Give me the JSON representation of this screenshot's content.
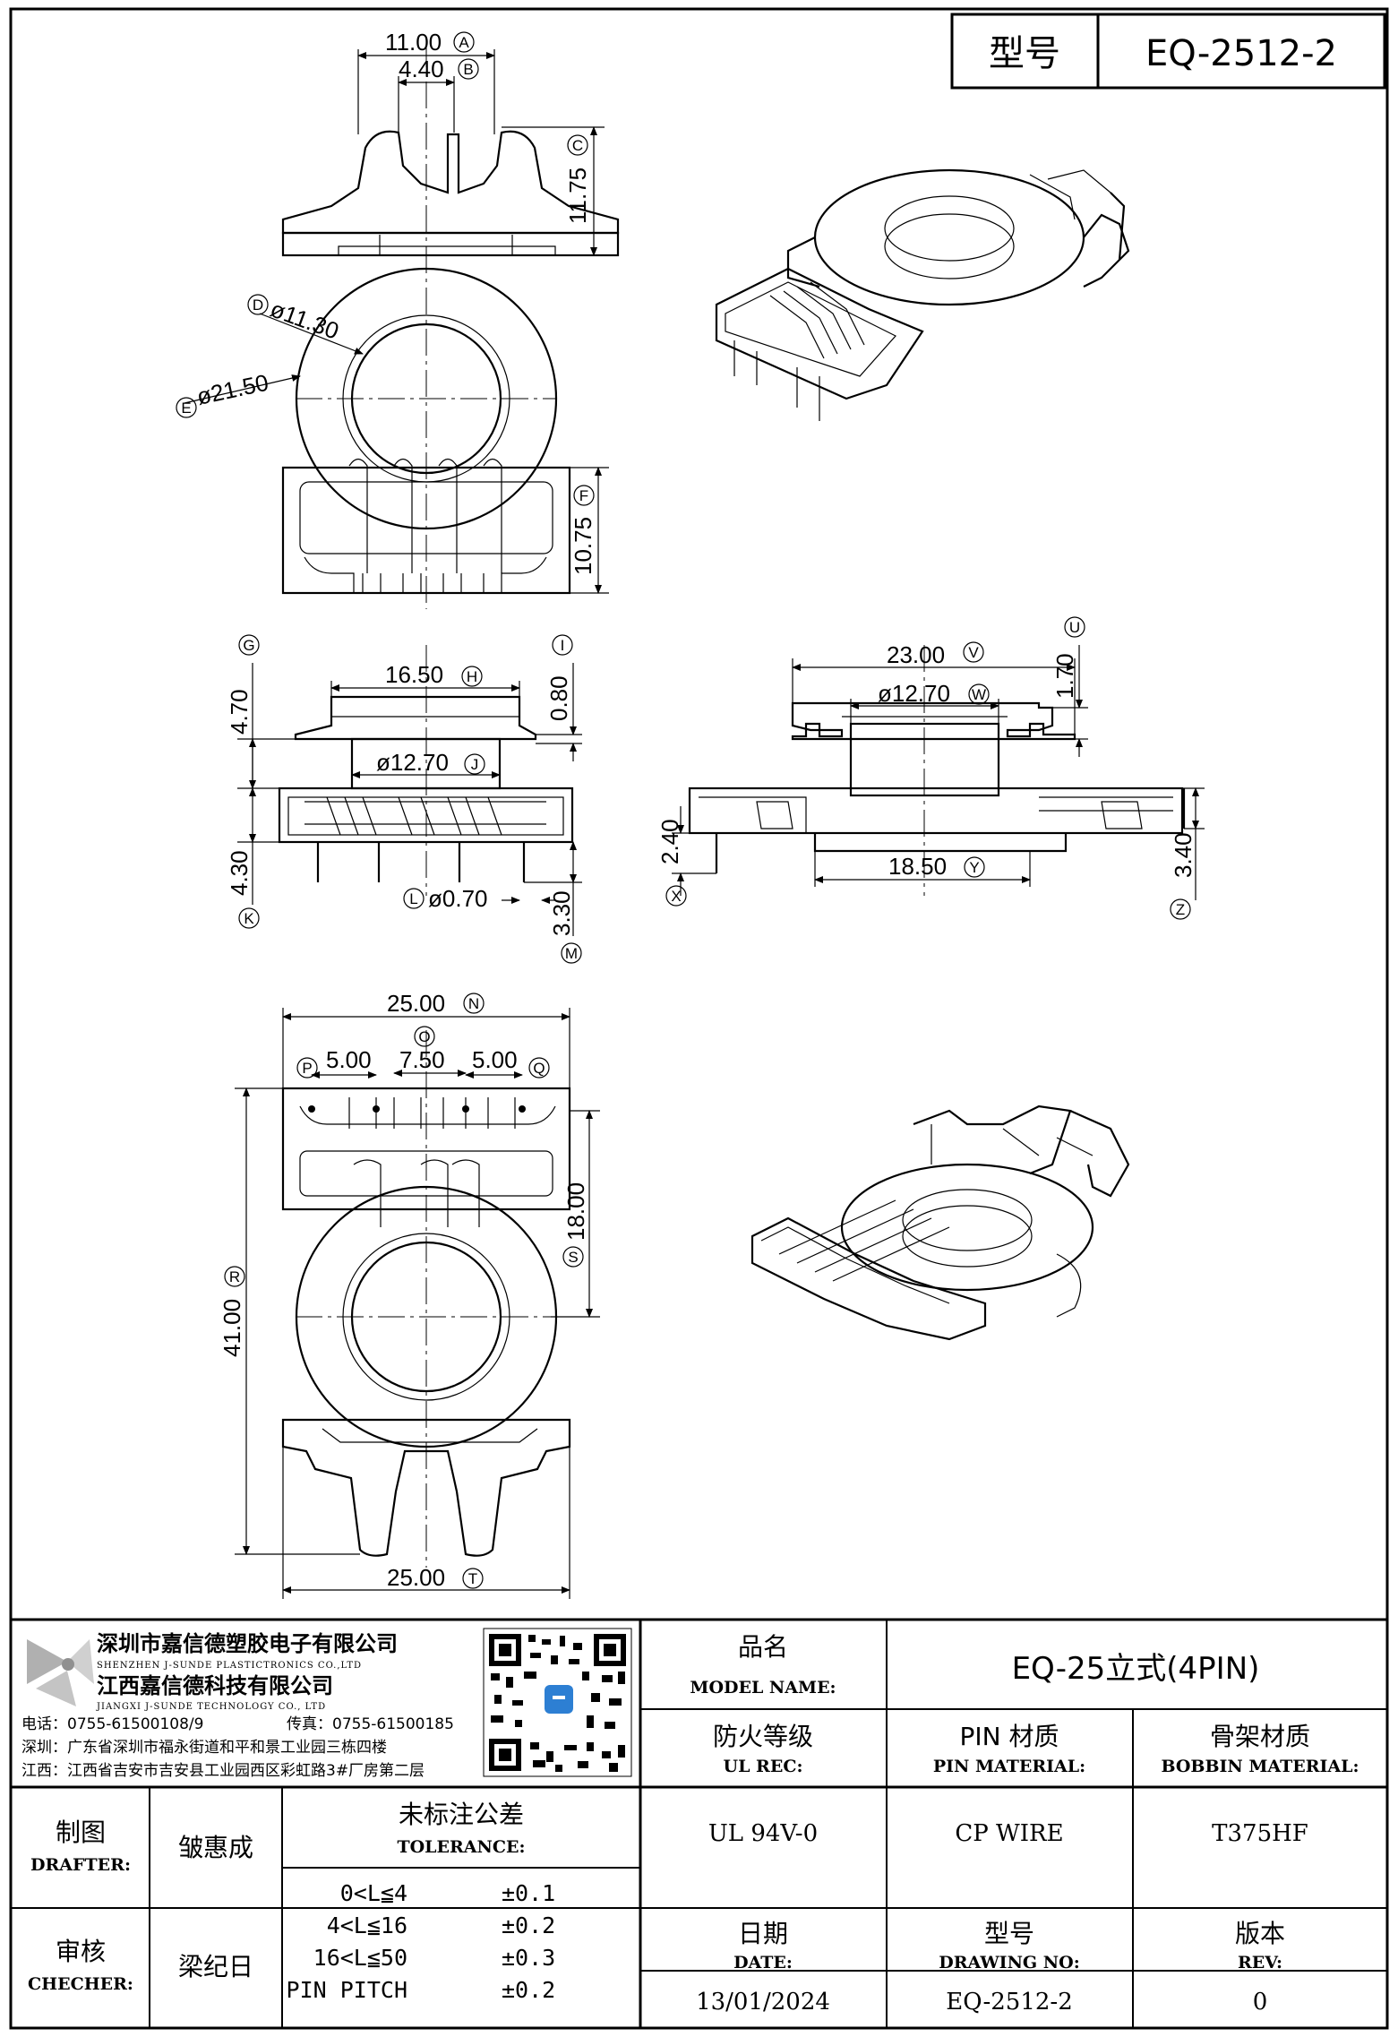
{
  "header": {
    "model_label": "型号",
    "model_value": "EQ-2512-2"
  },
  "dimensions": {
    "A": "11.00",
    "B": "4.40",
    "C": "11.75",
    "D": "ø11.30",
    "E": "ø21.50",
    "F": "10.75",
    "G": "4.70",
    "H": "16.50",
    "I": "0.80",
    "J": "ø12.70",
    "K": "4.30",
    "L": "ø0.70",
    "M": "3.30",
    "N": "25.00",
    "O": "7.50",
    "P": "5.00",
    "Q": "5.00",
    "R": "41.00",
    "S": "18.00",
    "T": "25.00",
    "U": "1.70",
    "V": "23.00",
    "W": "ø12.70",
    "X": "2.40",
    "Y": "18.50",
    "Z": "3.40"
  },
  "company": {
    "name_sz": "深圳市嘉信德塑胶电子有限公司",
    "name_sz_en": "SHENZHEN J-SUNDE PLASTICTRONICS CO.,LTD",
    "name_jx": "江西嘉信德科技有限公司",
    "name_jx_en": "JIANGXI J-SUNDE TECHNOLOGY CO., LTD",
    "phone": "电话：0755-61500108/9",
    "fax": "传真：0755-61500185",
    "addr_sz": "深圳：广东省深圳市福永街道和平和景工业园三栋四楼",
    "addr_jx": "江西：江西省吉安市吉安县工业园西区彩虹路3#厂房第二层"
  },
  "title_block": {
    "model_name_cn": "品名",
    "model_name_en": "MODEL NAME:",
    "model_name_value": "EQ-25立式(4PIN)",
    "ul_cn": "防火等级",
    "ul_en": "UL REC:",
    "ul_value": "UL 94V-0",
    "pin_cn": "PIN 材质",
    "pin_en": "PIN MATERIAL:",
    "pin_value": "CP WIRE",
    "bobbin_cn": "骨架材质",
    "bobbin_en": "BOBBIN MATERIAL:",
    "bobbin_value": "T375HF",
    "drafter_cn": "制图",
    "drafter_en": "DRAFTER:",
    "drafter_value": "皱惠成",
    "checker_cn": "审核",
    "checker_en": "CHECHER:",
    "checker_value": "梁纪日",
    "tol_cn": "未标注公差",
    "tol_en": "TOLERANCE:",
    "tolerances": [
      {
        "range": "0<L≦4",
        "value": "±0.1"
      },
      {
        "range": "4<L≦16",
        "value": "±0.2"
      },
      {
        "range": "16<L≦50",
        "value": "±0.3"
      },
      {
        "range": "PIN PITCH",
        "value": "±0.2"
      }
    ],
    "date_cn": "日期",
    "date_en": "DATE:",
    "date_value": "13/01/2024",
    "drawing_cn": "型号",
    "drawing_en": "DRAWING NO:",
    "drawing_value": "EQ-2512-2",
    "rev_cn": "版本",
    "rev_en": "REV:",
    "rev_value": "0"
  }
}
